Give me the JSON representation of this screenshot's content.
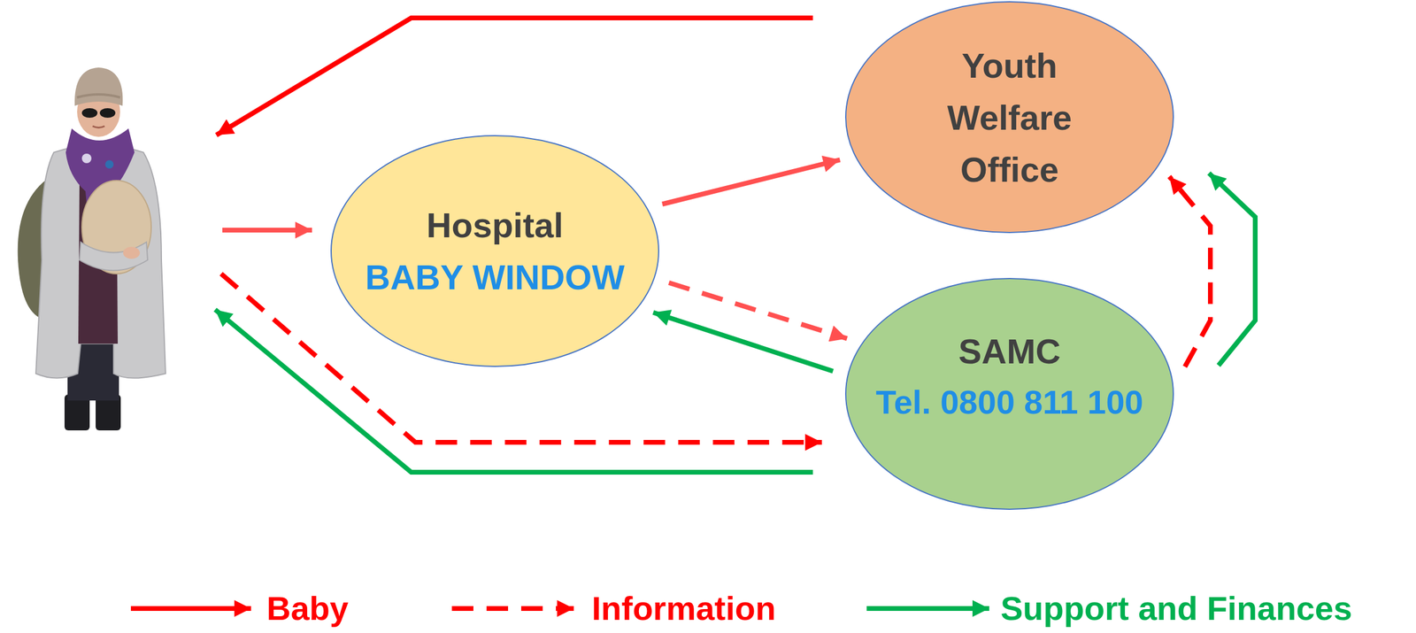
{
  "diagram": {
    "nodes": [
      {
        "text": [
          "Hospital",
          "BABY WINDOW"
        ]
      },
      {
        "text": [
          "Youth Welfare Office"
        ]
      },
      {
        "text": [
          "SAMC",
          "Tel. 0800 811 100"
        ]
      }
    ],
    "edges": [
      {
        "from": 0,
        "to": 1,
        "arrow": "to"
      },
      {
        "from": 0,
        "to": 2,
        "arrow": "to"
      },
      {
        "from": 2,
        "to": 0,
        "arrow": "to"
      },
      {
        "from": 2,
        "to": 1,
        "arrow": "to"
      },
      {
        "from": 2,
        "to": 1,
        "arrow": "to"
      }
    ],
    "legend": [
      {
        "text": "Baby"
      },
      {
        "text": "Information"
      },
      {
        "text": "Support and Finances"
      }
    ]
  }
}
